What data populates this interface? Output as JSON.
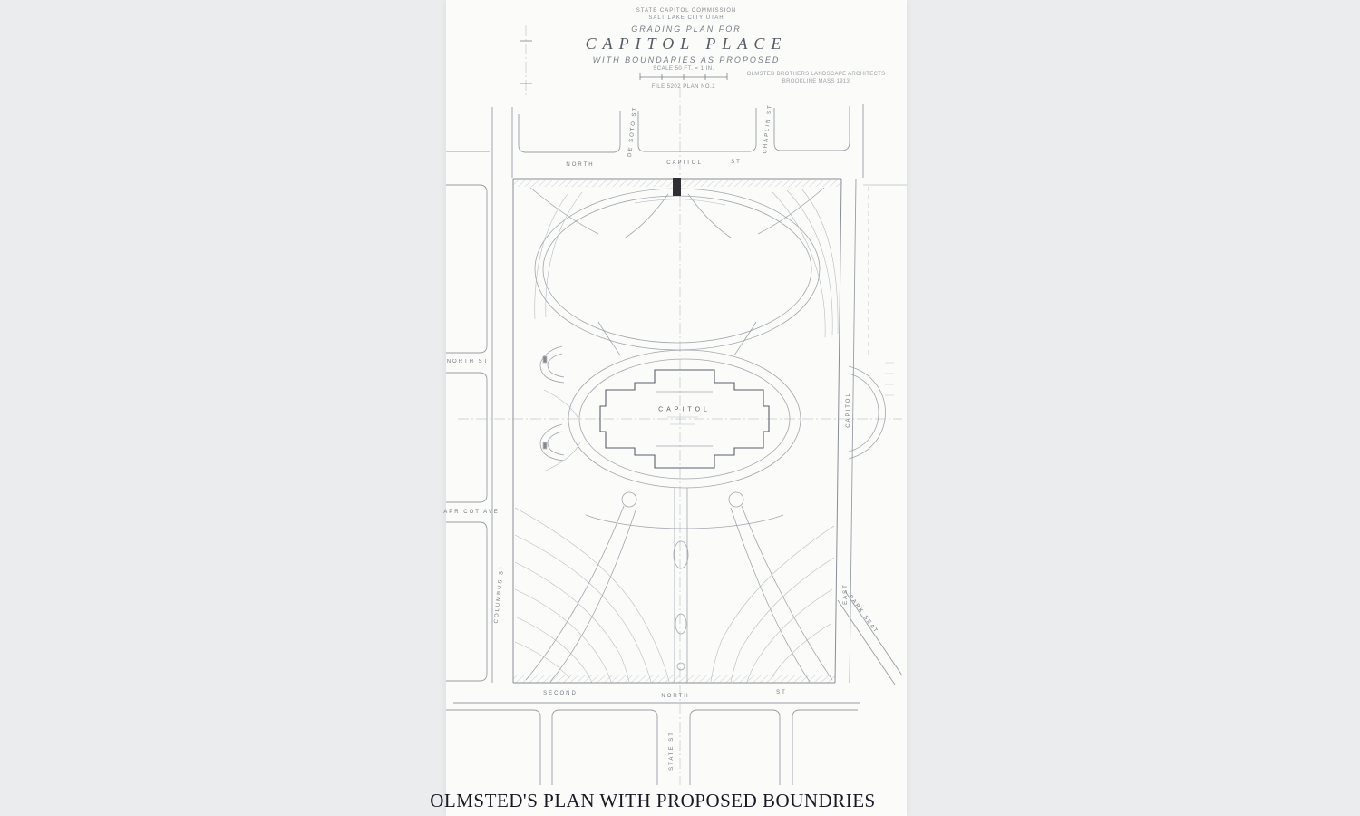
{
  "caption": "OLMSTED'S PLAN WITH PROPOSED BOUNDRIES",
  "title_block": {
    "commission_line1": "STATE CAPITOL COMMISSION",
    "commission_line2": "SALT LAKE CITY UTAH",
    "plan_for": "GRADING PLAN FOR",
    "title": "CAPITOL PLACE",
    "subtitle": "WITH BOUNDARIES AS PROPOSED",
    "scale_text": "SCALE 50 FT. = 1 IN.",
    "file_text": "FILE 5202 PLAN NO.2",
    "firm_line1": "OLMSTED BROTHERS LANDSCAPE ARCHITECTS",
    "firm_line2": "BROOKLINE MASS 1913"
  },
  "street_labels": {
    "top_north": "NORTH",
    "top_capitol": "CAPITOL",
    "top_st": "ST",
    "de_soto": "DE SOTO ST",
    "chaplin": "CHAPLIN ST",
    "north_st": "NORTH ST",
    "apricot": "APRICOT AVE",
    "columbus": "COLUMBUS ST",
    "east_capitol": "CAPITOL",
    "east": "EAST",
    "park_seat": "PARK SEAT",
    "second": "SECOND",
    "bottom_north": "NORTH",
    "bottom_st": "ST",
    "state_st": "STATE ST"
  },
  "building_label": "CAPITOL",
  "colors": {
    "page_background": "#ebeced",
    "sheet": "#fbfbfa",
    "linework": "#878d97",
    "caption_ink": "#191923"
  }
}
